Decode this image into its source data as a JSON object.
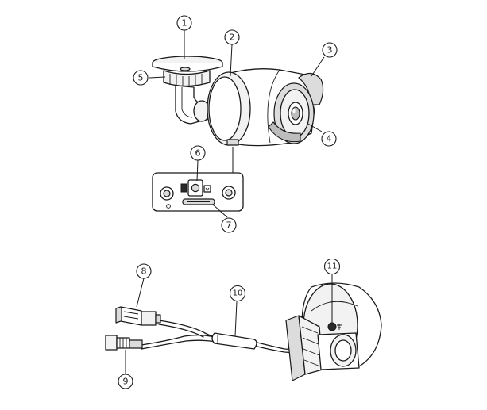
{
  "callouts": [
    {
      "id": 1,
      "label": "1"
    },
    {
      "id": 2,
      "label": "2"
    },
    {
      "id": 3,
      "label": "3"
    },
    {
      "id": 4,
      "label": "4"
    },
    {
      "id": 5,
      "label": "5"
    },
    {
      "id": 6,
      "label": "6"
    },
    {
      "id": 7,
      "label": "7"
    },
    {
      "id": 8,
      "label": "8"
    },
    {
      "id": 9,
      "label": "9"
    },
    {
      "id": 10,
      "label": "10"
    },
    {
      "id": 11,
      "label": "11"
    }
  ]
}
